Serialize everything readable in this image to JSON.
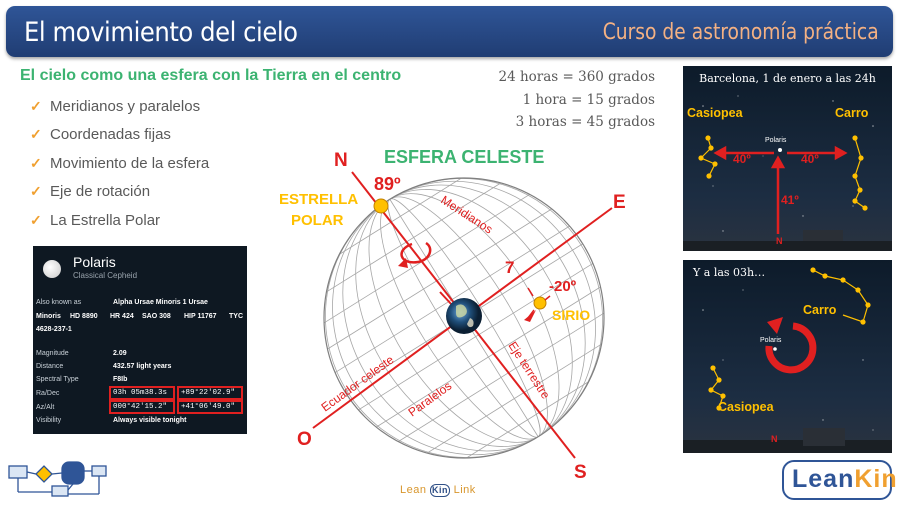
{
  "header": {
    "title": "El movimiento del cielo",
    "course": "Curso de astronomía práctica"
  },
  "colors": {
    "header_bg": "#2f5597",
    "accent_green": "#3cb371",
    "accent_red": "#e02020",
    "accent_yellow": "#ffc000"
  },
  "left": {
    "subtitle": "El cielo como una esfera con la Tierra en el centro",
    "bullets": [
      "Meridianos y paralelos",
      "Coordenadas fijas",
      "Movimiento de la esfera",
      "Eje de rotación",
      "La Estrella Polar"
    ]
  },
  "formulas": [
    "24 horas = 360 grados",
    "1 hora = 15 grados",
    "3 horas = 45 grados"
  ],
  "stellarium": {
    "object": "Polaris",
    "type": "Classical Cepheid",
    "aka_label": "Also known as",
    "aka_1": "Alpha Ursae Minoris   1 Ursae",
    "aka_2a": "Minoris",
    "aka_2b": "HD 8890",
    "aka_2c": "HR 424",
    "aka_2d": "SAO 308",
    "aka_2e": "HIP 11767",
    "aka_2f": "TYC",
    "aka_3": "4628-237-1",
    "magnitude_label": "Magnitude",
    "magnitude": "2.09",
    "distance_label": "Distance",
    "distance": "432.57 light years",
    "spectral_label": "Spectral Type",
    "spectral": "F8Ib",
    "radec_label": "Ra/Dec",
    "ra": "03h 05m38.3s",
    "dec": "+89°22'02.9\"",
    "azalt_label": "Az/Alt",
    "az": "000°42'15.2\"",
    "alt": "+41°06'49.0\"",
    "visibility_label": "Visibility",
    "visibility": "Always visible tonight"
  },
  "sphere": {
    "title": "ESFERA CELESTE",
    "north": "N",
    "south": "S",
    "east": "E",
    "west": "O",
    "angle_polar": "89º",
    "polar_star": "ESTRELLA POLAR",
    "meridians": "Meridianos",
    "number_7": "7",
    "sirius_angle": "-20º",
    "sirius": "SIRIO",
    "equator": "Ecuador celeste",
    "parallels": "Paralelos",
    "axis": "Eje terrestre"
  },
  "photo1": {
    "caption": "Barcelona, 1 de enero a las 24h",
    "left_constellation": "Casiopea",
    "right_constellation": "Carro",
    "polaris": "Polaris",
    "angle_left": "40º",
    "angle_right": "40º",
    "angle_altitude": "41º",
    "north": "N"
  },
  "photo2": {
    "caption": "Y a las 03h…",
    "top_constellation": "Carro",
    "bottom_constellation": "Casiopea",
    "polaris": "Polaris",
    "north": "N"
  },
  "footer": {
    "leanlink_left": "Lean",
    "leanlink_mid": "Kin",
    "leanlink_right": "Link",
    "leankin_a": "Lean",
    "leankin_b": "Kin"
  }
}
